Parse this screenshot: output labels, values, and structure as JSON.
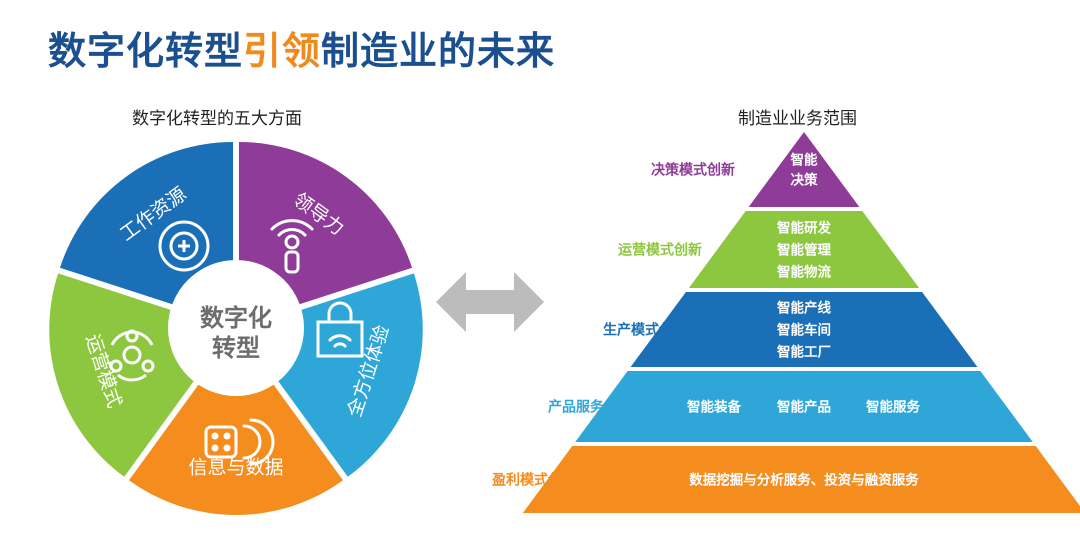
{
  "title": {
    "part1": "数字化转型",
    "highlight": "引领",
    "part2": "制造业的未来"
  },
  "left_diagram": {
    "subtitle": "数字化转型的五大方面",
    "hub": [
      "数字化",
      "转型"
    ],
    "segments": [
      {
        "label": "领导力",
        "color": "#8e3c97",
        "icon": "podcast-mic-icon"
      },
      {
        "label": "全方位体验",
        "color": "#2ea7d8",
        "icon": "shopping-bag-wifi-icon"
      },
      {
        "label": "信息与数据",
        "color": "#f48c1e",
        "icon": "data-chip-signal-icon"
      },
      {
        "label": "运营模式",
        "color": "#8dc63f",
        "icon": "network-hub-icon"
      },
      {
        "label": "工作资源",
        "color": "#1a6fb7",
        "icon": "resource-gear-icon"
      }
    ]
  },
  "arrow": {
    "icon": "double-arrow-icon",
    "color": "#bcbcbc"
  },
  "right_diagram": {
    "subtitle": "制造业业务范围",
    "levels": [
      {
        "label": "决策模式创新",
        "label_color": "#8e3c97",
        "fill": "#8e3c97",
        "items": [
          "智能",
          "决策"
        ]
      },
      {
        "label": "运营模式创新",
        "label_color": "#8dc63f",
        "fill": "#8dc63f",
        "items": [
          "智能研发",
          "智能管理",
          "智能物流"
        ]
      },
      {
        "label": "生产模式创新",
        "label_color": "#1a6fb7",
        "fill": "#1a6fb7",
        "items": [
          "智能产线",
          "智能车间",
          "智能工厂"
        ]
      },
      {
        "label": "产品服务创新",
        "label_color": "#2ea7d8",
        "fill": "#2ea7d8",
        "items": [
          "智能装备",
          "智能产品",
          "智能服务"
        ]
      },
      {
        "label": "盈利模式创新",
        "label_color": "#f48c1e",
        "fill": "#f48c1e",
        "items": [
          "数据挖掘与分析服务、投资与融资服务"
        ]
      }
    ]
  }
}
